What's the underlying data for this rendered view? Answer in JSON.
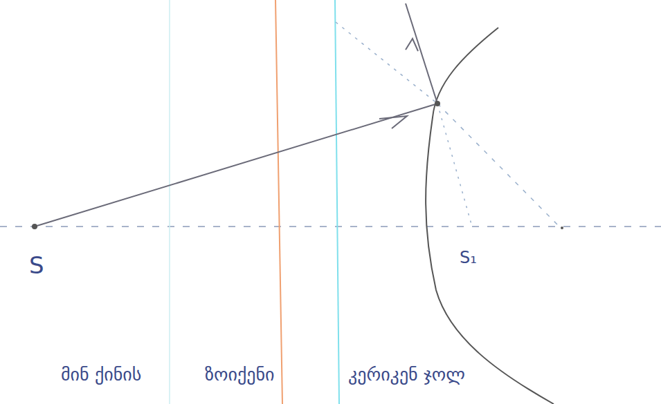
{
  "diagram": {
    "labels": [
      "S",
      "S₁",
      "მინ ქინის",
      "ზოიქენი",
      "კერიკენ ჯოლ"
    ]
  }
}
